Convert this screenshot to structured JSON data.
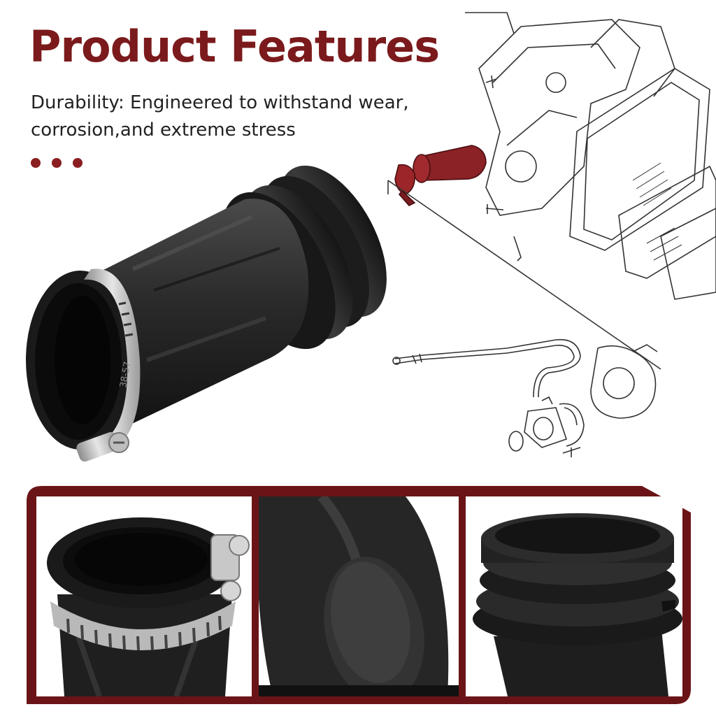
{
  "header": {
    "title": "Product Features",
    "subtitle": "Durability: Engineered to withstand wear, corrosion,and extreme stress"
  },
  "product": {
    "clamp_marking": "38-57"
  },
  "icons": [
    "intake-boot-icon",
    "hose-clamp-icon",
    "exploded-diagram-icon"
  ],
  "colors": {
    "accent": "#7b1a1c",
    "dots": "#8b1e20",
    "product": "#1e1e1e",
    "highlight_part": "#8b2226"
  }
}
